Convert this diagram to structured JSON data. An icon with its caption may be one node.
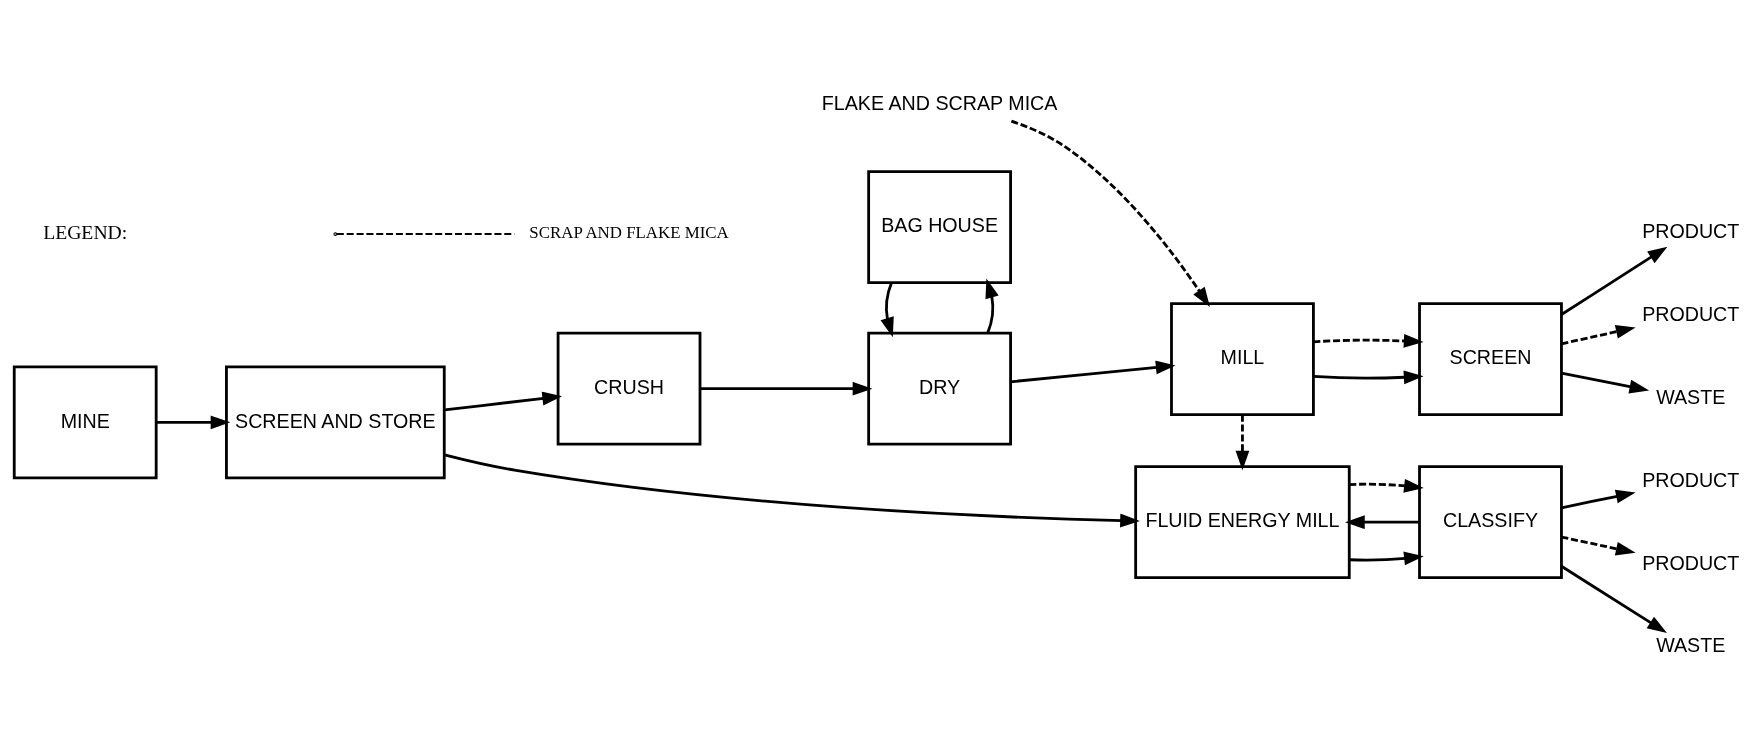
{
  "diagram": {
    "nodes": [
      {
        "text": [
          "MINE"
        ]
      },
      {
        "text": [
          "SCREEN AND STORE"
        ]
      },
      {
        "text": [
          "CRUSH"
        ]
      },
      {
        "text": [
          "BAG HOUSE"
        ]
      },
      {
        "text": [
          "DRY"
        ]
      },
      {
        "text": [
          "FLAKE AND SCRAP MICA"
        ]
      },
      {
        "text": [
          "MILL"
        ]
      },
      {
        "text": [
          "SCREEN"
        ]
      },
      {
        "text": [
          "PRODUCT"
        ]
      },
      {
        "text": [
          "PRODUCT"
        ]
      },
      {
        "text": [
          "WASTE"
        ]
      },
      {
        "text": [
          "FLUID ENERGY MILL"
        ]
      },
      {
        "text": [
          "CLASSIFY"
        ]
      },
      {
        "text": [
          "PRODUCT"
        ]
      },
      {
        "text": [
          "PRODUCT"
        ]
      },
      {
        "text": [
          "WASTE"
        ]
      }
    ],
    "edges": [
      {
        "from": 0,
        "to": 1,
        "arrow": "to"
      },
      {
        "from": 1,
        "to": 2,
        "arrow": "to"
      },
      {
        "from": 2,
        "to": 4,
        "arrow": "to"
      },
      {
        "from": 4,
        "to": 3,
        "arrow": "to"
      },
      {
        "from": 3,
        "to": 4,
        "arrow": "to"
      },
      {
        "from": 4,
        "to": 6,
        "arrow": "to"
      },
      {
        "from": 5,
        "to": 6,
        "arrow": "to",
        "style": "dashed"
      },
      {
        "from": 6,
        "to": 7,
        "arrow": "to"
      },
      {
        "from": 6,
        "to": 7,
        "arrow": "to",
        "style": "dashed"
      },
      {
        "from": 7,
        "to": 8,
        "arrow": "to"
      },
      {
        "from": 7,
        "to": 9,
        "arrow": "to",
        "style": "dashed"
      },
      {
        "from": 7,
        "to": 10,
        "arrow": "to"
      },
      {
        "from": 6,
        "to": 11,
        "arrow": "to",
        "style": "dashed"
      },
      {
        "from": 1,
        "to": 11,
        "arrow": "to"
      },
      {
        "from": 11,
        "to": 12,
        "arrow": "to"
      },
      {
        "from": 12,
        "to": 11,
        "arrow": "to"
      },
      {
        "from": 11,
        "to": 12,
        "arrow": "to",
        "style": "dashed"
      },
      {
        "from": 12,
        "to": 13,
        "arrow": "to"
      },
      {
        "from": 12,
        "to": 14,
        "arrow": "to",
        "style": "dashed"
      },
      {
        "from": 12,
        "to": 15,
        "arrow": "to"
      }
    ],
    "labels": [
      "LEGEND:"
    ],
    "legend": [
      {
        "text": "SCRAP AND FLAKE MICA"
      }
    ]
  }
}
